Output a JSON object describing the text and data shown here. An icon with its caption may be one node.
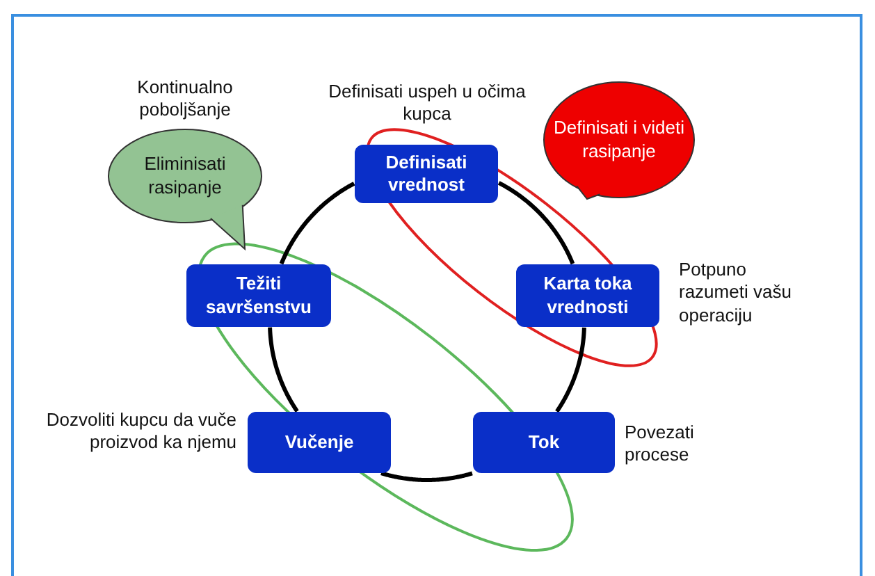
{
  "diagram": {
    "nodes": [
      {
        "text": [
          "Definisati vrednost"
        ],
        "beside": [
          "Definisati uspeh u očima kupca"
        ]
      },
      {
        "text": [
          "Karta toka vrednosti"
        ],
        "beside": [
          "Potpuno razumeti vašu operaciju"
        ]
      },
      {
        "text": [
          "Tok"
        ],
        "beside": [
          "Povezati procese"
        ]
      },
      {
        "text": [
          "Vučenje"
        ],
        "beside": [
          "Dozvoliti kupcu da vuče proizvod ka njemu"
        ]
      },
      {
        "text": [
          "Težiti savršenstvu"
        ]
      },
      {
        "text": [
          "Eliminisati rasipanje"
        ]
      },
      {
        "text": [
          "Definisati i videti rasipanje"
        ]
      }
    ],
    "edges": [
      {
        "from": 0,
        "to": 1,
        "arrow": "none"
      },
      {
        "from": 1,
        "to": 2,
        "arrow": "none"
      },
      {
        "from": 2,
        "to": 3,
        "arrow": "none"
      },
      {
        "from": 3,
        "to": 4,
        "arrow": "none"
      },
      {
        "from": 4,
        "to": 0,
        "arrow": "none"
      }
    ],
    "labels": [
      "Kontinualno poboljšanje"
    ]
  }
}
